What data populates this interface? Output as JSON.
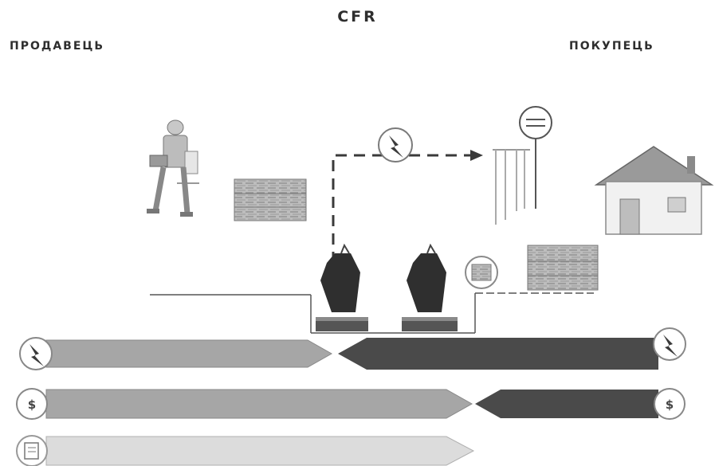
{
  "diagram": {
    "title": "CFR",
    "parties": {
      "seller": "ПРОДАВЕЦЬ",
      "buyer": "ПОКУПЕЦЬ"
    },
    "bands": [
      {
        "kind": "risk",
        "icon": "lightning-icon"
      },
      {
        "kind": "costs",
        "icon": "dollar-icon"
      },
      {
        "kind": "documents",
        "icon": "document-icon"
      }
    ],
    "colors": {
      "seller_band": "#a6a6a6",
      "buyer_band": "#4a4a4a",
      "documents_band": "#dcdcdc"
    }
  }
}
